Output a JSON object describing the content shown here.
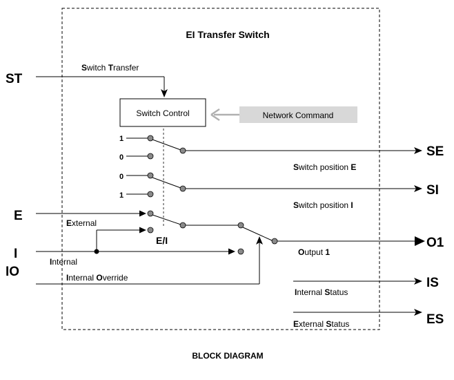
{
  "diagram": {
    "title": "EI Transfer Switch",
    "caption": "BLOCK DIAGRAM",
    "switch_control": "Switch Control",
    "network_command": "Network Command",
    "ei_label": "E/I",
    "pos_labels": {
      "p1": "1",
      "p0a": "0",
      "p0b": "0",
      "p1b": "1"
    },
    "terminals": {
      "ST": "ST",
      "E": "E",
      "I": "I",
      "IO": "IO",
      "SE": "SE",
      "SI": "SI",
      "O1": "O1",
      "IS": "IS",
      "ES": "ES"
    },
    "labels": {
      "switch_transfer": {
        "b1": "S",
        "r1": "witch ",
        "b2": "T",
        "r2": "ransfer"
      },
      "switch_position_e": {
        "b1": "S",
        "r1": "witch position ",
        "b2": "E"
      },
      "switch_position_i": {
        "b1": "S",
        "r1": "witch position ",
        "b2": "I"
      },
      "external": {
        "b1": "E",
        "r1": "xternal"
      },
      "internal": {
        "b1": "I",
        "r1": "nternal"
      },
      "internal_override": {
        "b1": "I",
        "r1": "nternal ",
        "b2": "O",
        "r2": "verride"
      },
      "output_1": {
        "b1": "O",
        "r1": "utput ",
        "b2": "1"
      },
      "internal_status": {
        "b1": "I",
        "r1": "nternal ",
        "b2": "S",
        "r2": "tatus"
      },
      "external_status": {
        "b1": "E",
        "r1": "xternal ",
        "b2": "S",
        "r2": "tatus"
      }
    }
  }
}
